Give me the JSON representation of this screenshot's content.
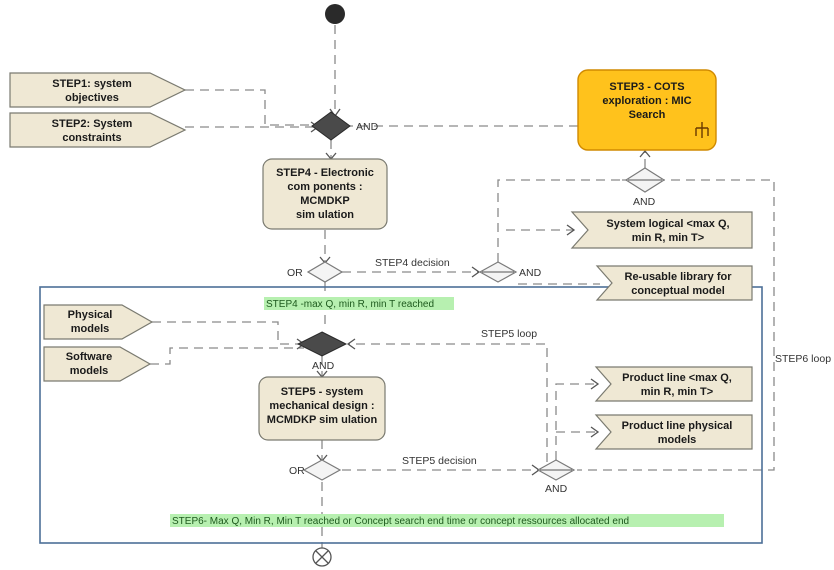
{
  "signals": {
    "step1": [
      "STEP1: system",
      "objectives"
    ],
    "step2": [
      "STEP2: System",
      "constraints"
    ],
    "physical": [
      "Physical",
      "models"
    ],
    "software": [
      "Software",
      "models"
    ],
    "system_logical": [
      "System logical <max Q,",
      "min R, min T>"
    ],
    "reusable": [
      "Re-usable library for",
      "conceptual model"
    ],
    "product_line": [
      "Product line <max Q,",
      "min R, min T>"
    ],
    "product_line_physical": [
      "Product line physical",
      "models"
    ]
  },
  "actions": {
    "step3": [
      "STEP3 - COTS",
      "exploration : MIC",
      "Search"
    ],
    "step4": [
      "STEP4 - Electronic",
      "com ponents :",
      "MCMDKP",
      "sim ulation"
    ],
    "step5": [
      "STEP5 - system",
      "mechanical design :",
      "MCMDKP sim ulation"
    ]
  },
  "labels": {
    "and": "AND",
    "or": "OR",
    "step4_decision": "STEP4 decision",
    "step5_decision": "STEP5 decision",
    "step5_loop": "STEP5 loop",
    "step6_loop": "STEP6 loop"
  },
  "highlights": {
    "step4_reached": "STEP4 -max Q, min R, min T reached",
    "step6_reached": "STEP6- Max Q, Min R, Min T reached or Concept search end time or concept ressources allocated end"
  },
  "colors": {
    "signal_fill": "#efe8d4",
    "cots_fill": "#ffc21c",
    "highlight": "#b7f0b0",
    "frame": "#4d6f98"
  }
}
